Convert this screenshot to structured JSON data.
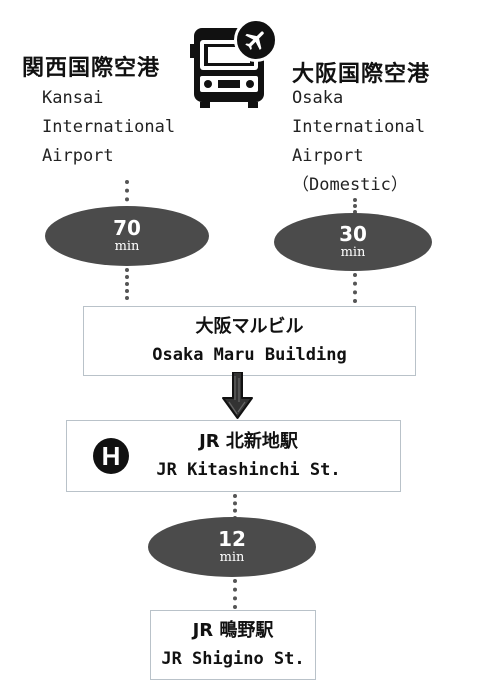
{
  "origins": {
    "left": {
      "name_jp": "関西国際空港",
      "name_en": "Kansai\nInternational\nAirport",
      "time": "70",
      "unit": "min"
    },
    "right": {
      "name_jp": "大阪国際空港",
      "name_en": "Osaka\nInternational\nAirport\n（Domestic）",
      "time": "30",
      "unit": "min"
    }
  },
  "icons": {
    "bus": "bus-icon",
    "airplane": "airplane-icon",
    "arrow": "arrow-down-icon",
    "hotel": "hotel-h-icon"
  },
  "hotel_badge": "H",
  "stops": {
    "maru_building": {
      "name_jp": "大阪マルビル",
      "name_en": "Osaka Maru Building"
    },
    "kitashinchi": {
      "name_jp": "JR 北新地駅",
      "name_en": "JR Kitashinchi St."
    },
    "shigino": {
      "name_jp": "JR 鴫野駅",
      "name_en": "JR Shigino St."
    }
  },
  "legs": {
    "kitashinchi_to_shigino": {
      "time": "12",
      "unit": "min"
    }
  },
  "colors": {
    "oval": "#4b4b4b",
    "box_border": "#b9c2c9",
    "text": "#111111"
  }
}
